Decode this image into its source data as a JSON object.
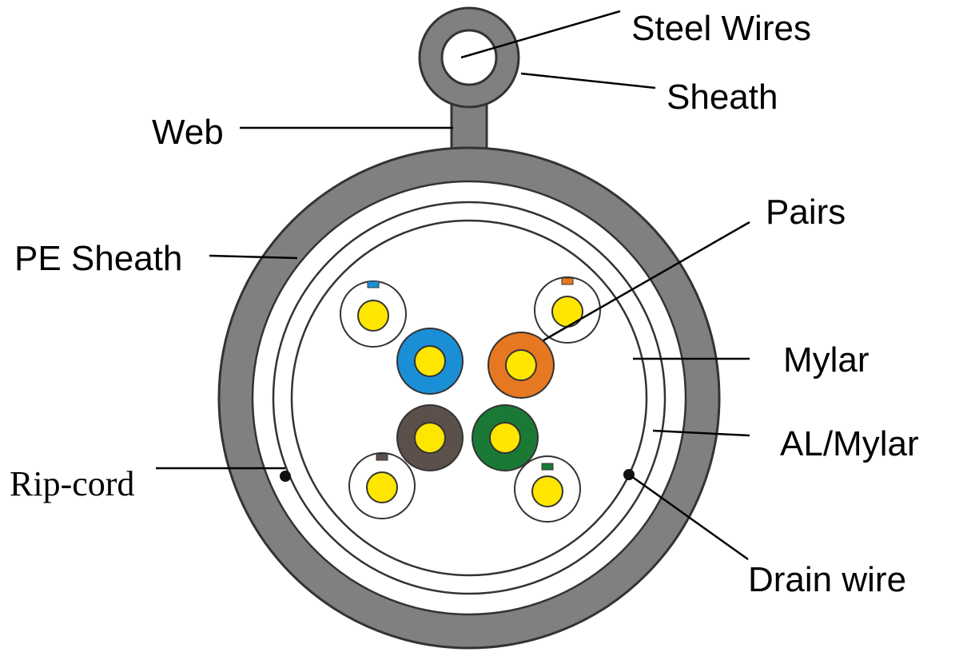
{
  "labels": {
    "steel_wires": "Steel Wires",
    "sheath": "Sheath",
    "web": "Web",
    "pe_sheath": "PE Sheath",
    "pairs": "Pairs",
    "mylar": "Mylar",
    "al_mylar": "AL/Mylar",
    "rip_cord": "Rip-cord",
    "drain_wire": "Drain wire"
  },
  "colors": {
    "sheath_gray": "#808080",
    "outline": "#333333",
    "conductor_yellow": "#ffe600",
    "pair_blue": "#1a8fd6",
    "pair_orange": "#e67822",
    "pair_brown": "#5c504a",
    "pair_green": "#1a7a35",
    "white_insulation": "#ffffff"
  }
}
